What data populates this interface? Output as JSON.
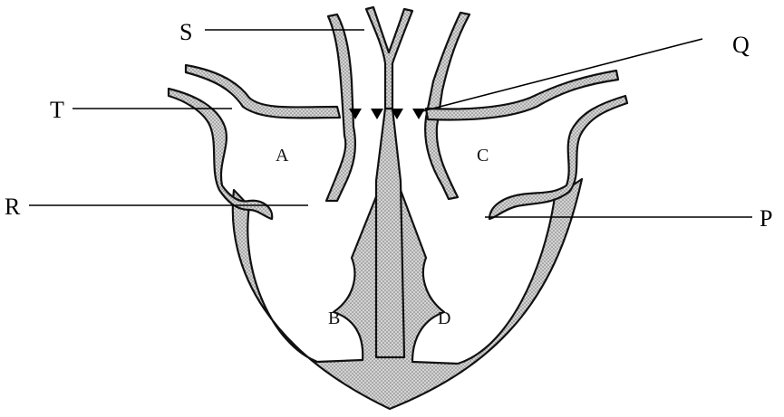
{
  "diagram": {
    "pointer_labels": {
      "S": "S",
      "Q": "Q",
      "T": "T",
      "R": "R",
      "P": "P"
    },
    "chamber_labels": {
      "A": "A",
      "B": "B",
      "C": "C",
      "D": "D"
    },
    "colors": {
      "line": "#111111",
      "stipple_dot": "#7a7a7a",
      "background": "#ffffff"
    }
  }
}
